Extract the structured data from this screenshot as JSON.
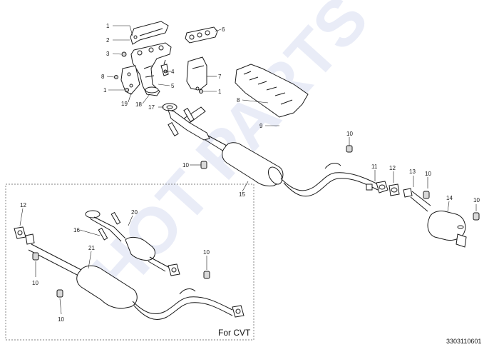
{
  "watermark": "HOT PARTS",
  "inset_label": "For CVT",
  "doc_id": "3303110601",
  "callouts": {
    "c1a": "1",
    "c2": "2",
    "c3": "3",
    "c8a": "8",
    "c1b": "1",
    "c19": "19",
    "c18": "18",
    "c4": "4",
    "c5": "5",
    "c6": "6",
    "c7": "7",
    "c1c": "1",
    "c8b": "8",
    "c9": "9",
    "c17": "17",
    "c10a": "10",
    "c10b": "10",
    "c15": "15",
    "c11": "11",
    "c12a": "12",
    "c13": "13",
    "c10c": "10",
    "c14": "14",
    "c10d": "10",
    "c12b": "12",
    "c16": "16",
    "c20": "20",
    "c21": "21",
    "c10e": "10",
    "c10f": "10",
    "c10g": "10"
  }
}
